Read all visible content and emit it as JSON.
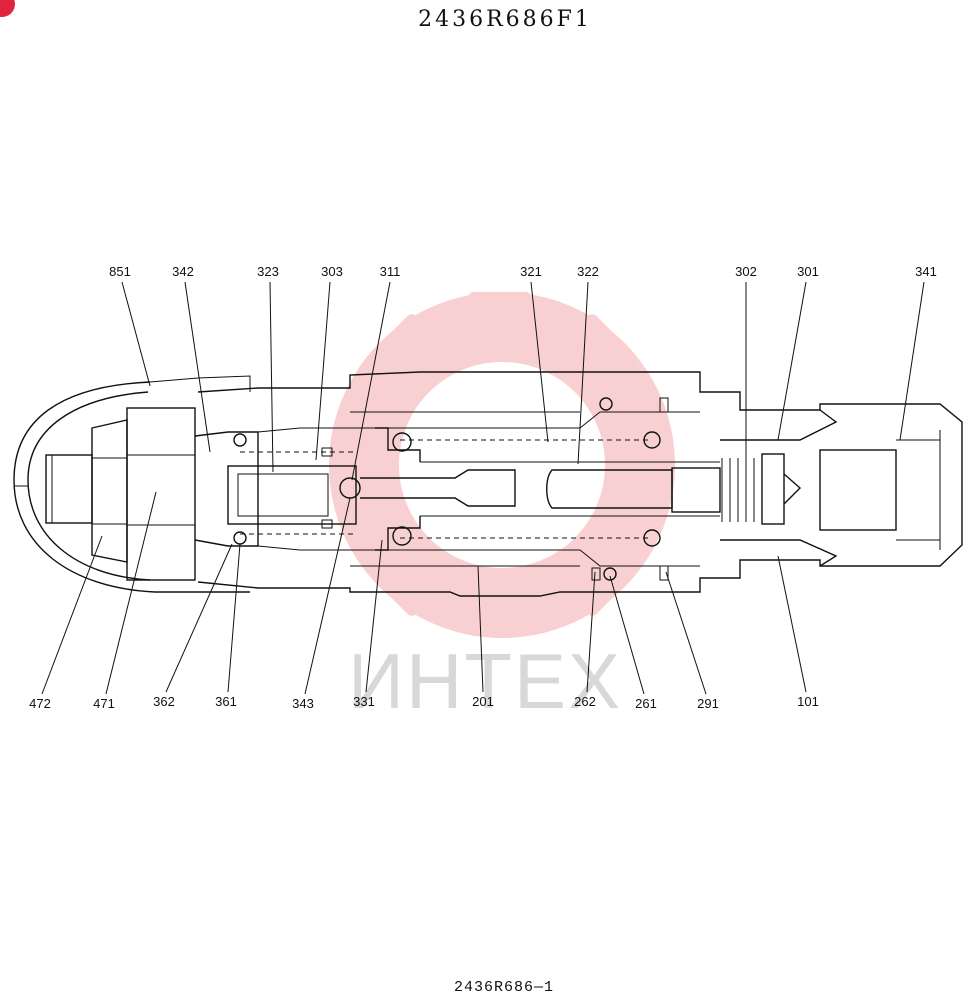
{
  "title": "2436R686F1",
  "footer_code": "2436R686—1",
  "watermark": {
    "text": "ИНТЕХ",
    "gear_color": "#f4a3a6"
  },
  "accent_color": "#e0243b",
  "callouts_top": [
    "851",
    "342",
    "323",
    "303",
    "311",
    "321",
    "322",
    "302",
    "301",
    "341"
  ],
  "callouts_bottom": [
    "472",
    "471",
    "362",
    "361",
    "343",
    "331",
    "201",
    "262",
    "261",
    "291",
    "101"
  ]
}
